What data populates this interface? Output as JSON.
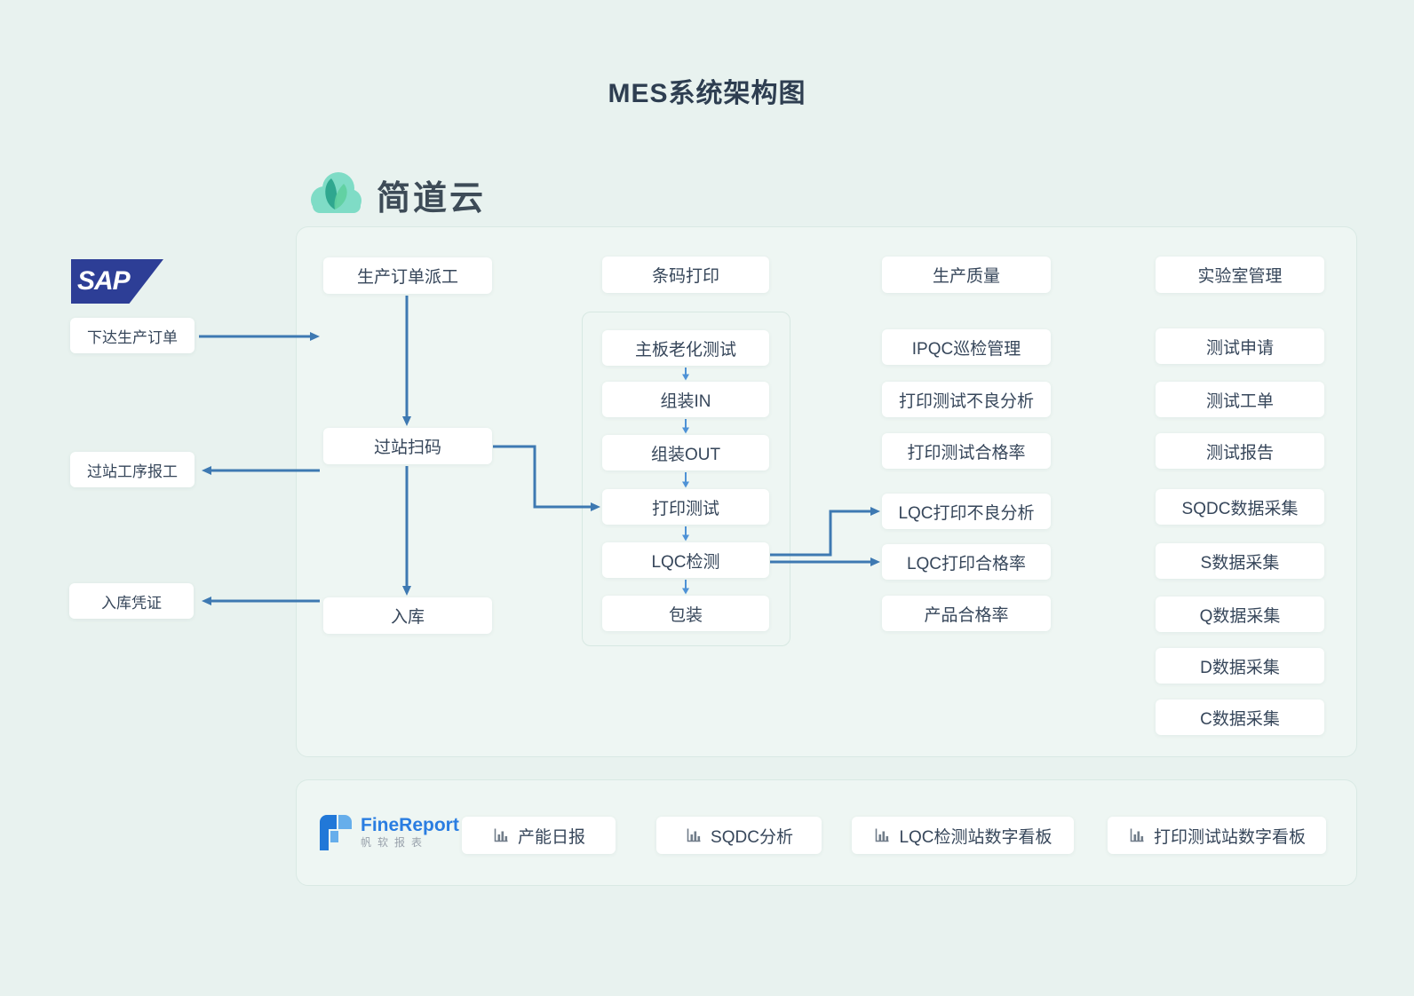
{
  "title": "MES系统架构图",
  "colors": {
    "page-bg": "#e8f2ef",
    "panel-bg": "#eef6f3",
    "panel-border": "#d9e9e4",
    "node-text": "#36465a",
    "arrow": "#3e79b2",
    "arrow-small": "#4e92d6",
    "sap-navy": "#2d3e96",
    "fr-blue": "#2a7de1",
    "icon-gray": "#717d8a",
    "jdy-teal": "#7fdcc6"
  },
  "jiandaoyun": {
    "logo_text": "简道云"
  },
  "sap": {
    "logo_text": "SAP",
    "order_release": "下达生产订单",
    "station_report": "过站工序报工",
    "warehouse_receipt": "入库凭证"
  },
  "production_flow": {
    "dispatch": "生产订单派工",
    "station_scan": "过站扫码",
    "warehouse_in": "入库"
  },
  "barcode": {
    "header": "条码打印",
    "steps": [
      "主板老化测试",
      "组装IN",
      "组装OUT",
      "打印测试",
      "LQC检测",
      "包装"
    ]
  },
  "quality": {
    "header": "生产质量",
    "items": [
      "IPQC巡检管理",
      "打印测试不良分析",
      "打印测试合格率",
      "LQC打印不良分析",
      "LQC打印合格率",
      "产品合格率"
    ]
  },
  "lab": {
    "header": "实验室管理",
    "items": [
      "测试申请",
      "测试工单",
      "测试报告",
      "SQDC数据采集",
      "S数据采集",
      "Q数据采集",
      "D数据采集",
      "C数据采集"
    ]
  },
  "finereport": {
    "logo_text": "FineReport",
    "logo_subtext": "帆软报表",
    "reports": [
      "产能日报",
      "SQDC分析",
      "LQC检测站数字看板",
      "打印测试站数字看板"
    ]
  }
}
